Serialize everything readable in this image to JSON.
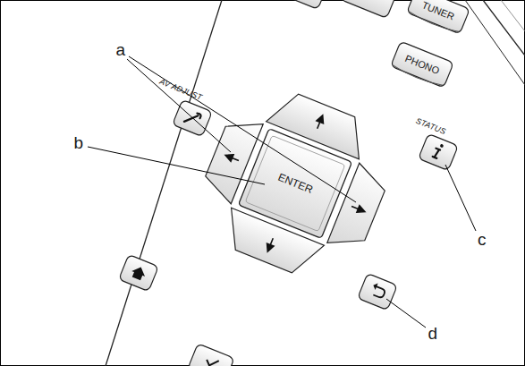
{
  "diagram": {
    "nodes": [
      {
        "text": [
          "TUNER"
        ]
      },
      {
        "text": [
          "PHONO"
        ]
      },
      {
        "text": [
          "ENTER"
        ]
      }
    ],
    "labels": [
      "AV ADJUST",
      "STATUS",
      "a",
      "b",
      "c",
      "d"
    ]
  }
}
